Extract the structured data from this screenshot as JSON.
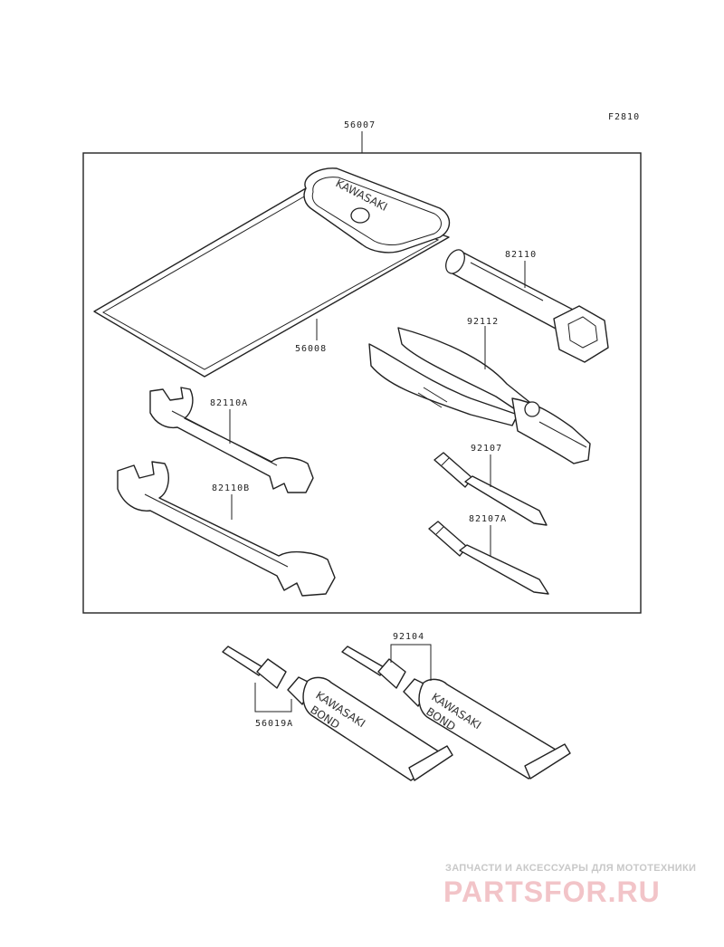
{
  "figure_code": "F2810",
  "parts": {
    "kit_case": "56007",
    "pouch": "56008",
    "box_spanner": "82110",
    "pliers": "92112",
    "wrench_a": "82110A",
    "wrench_b": "82110B",
    "screwdriver": "92107",
    "screwdriver_a": "82107A",
    "bond_right": "92104",
    "bond_left": "56019A"
  },
  "brand_text": {
    "pouch": "KAWASAKI",
    "tube_left_1": "KAWASAKI",
    "tube_left_2": "BOND",
    "tube_right_1": "KAWASAKI",
    "tube_right_2": "BOND"
  },
  "watermark": {
    "top": "ЗАПЧАСТИ И АКСЕССУАРЫ ДЛЯ МОТОТЕХНИКИ",
    "bottom": "PARTSFOR.RU"
  }
}
